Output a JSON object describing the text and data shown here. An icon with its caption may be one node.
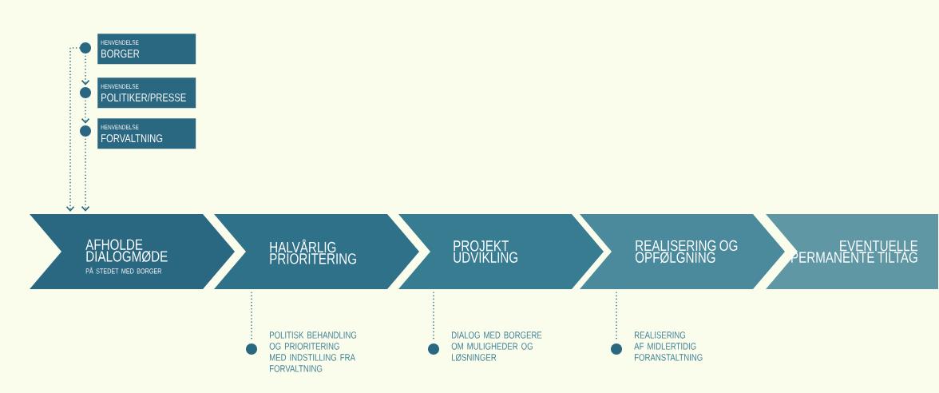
{
  "diagram": {
    "nodes": [
      {
        "text": [],
        "shape": "circle"
      },
      {
        "text": [
          "HENVENDELSE",
          "BORGER"
        ]
      },
      {
        "text": [],
        "shape": "circle"
      },
      {
        "text": [
          "HENVENDELSE",
          "POLITIKER/PRESSE"
        ]
      },
      {
        "text": [],
        "shape": "circle"
      },
      {
        "text": [
          "HENVENDELSE",
          "FORVALTNING"
        ]
      },
      {
        "text": [
          "AFHOLDE DIALOGMØDE",
          "PÅ STEDET MED BORGER"
        ]
      },
      {
        "text": [
          "HALVÅRLIG PRIORITERING"
        ]
      },
      {
        "text": [
          "PROJEKT UDVIKLING"
        ]
      },
      {
        "text": [
          "REALISERING OG OPFØLGNING"
        ]
      },
      {
        "text": [
          "EVENTUELLE PERMANENTE TILTAG"
        ]
      },
      {
        "text": [],
        "shape": "circle",
        "beside": [
          "POLITISK BEHANDLING OG PRIORITERING MED INDSTILLING FRA FORVALTNING"
        ]
      },
      {
        "text": [],
        "shape": "circle",
        "beside": [
          "DIALOG MED BORGERE OM MULIGHEDER OG LØSNINGER"
        ]
      },
      {
        "text": [],
        "shape": "circle",
        "beside": [
          "REALISERING AF MIDLERTIDIG FORANSTALTNING"
        ]
      }
    ],
    "edges": [
      {
        "from": 0,
        "to": 2,
        "arrow": "to"
      },
      {
        "from": 2,
        "to": 4,
        "arrow": "to"
      },
      {
        "from": 4,
        "to": 6,
        "arrow": "to"
      },
      {
        "from": 0,
        "to": 6,
        "arrow": "to"
      },
      {
        "from": 7,
        "to": 11,
        "arrow": "none"
      },
      {
        "from": 8,
        "to": 12,
        "arrow": "none"
      },
      {
        "from": 9,
        "to": 13,
        "arrow": "none"
      }
    ]
  }
}
